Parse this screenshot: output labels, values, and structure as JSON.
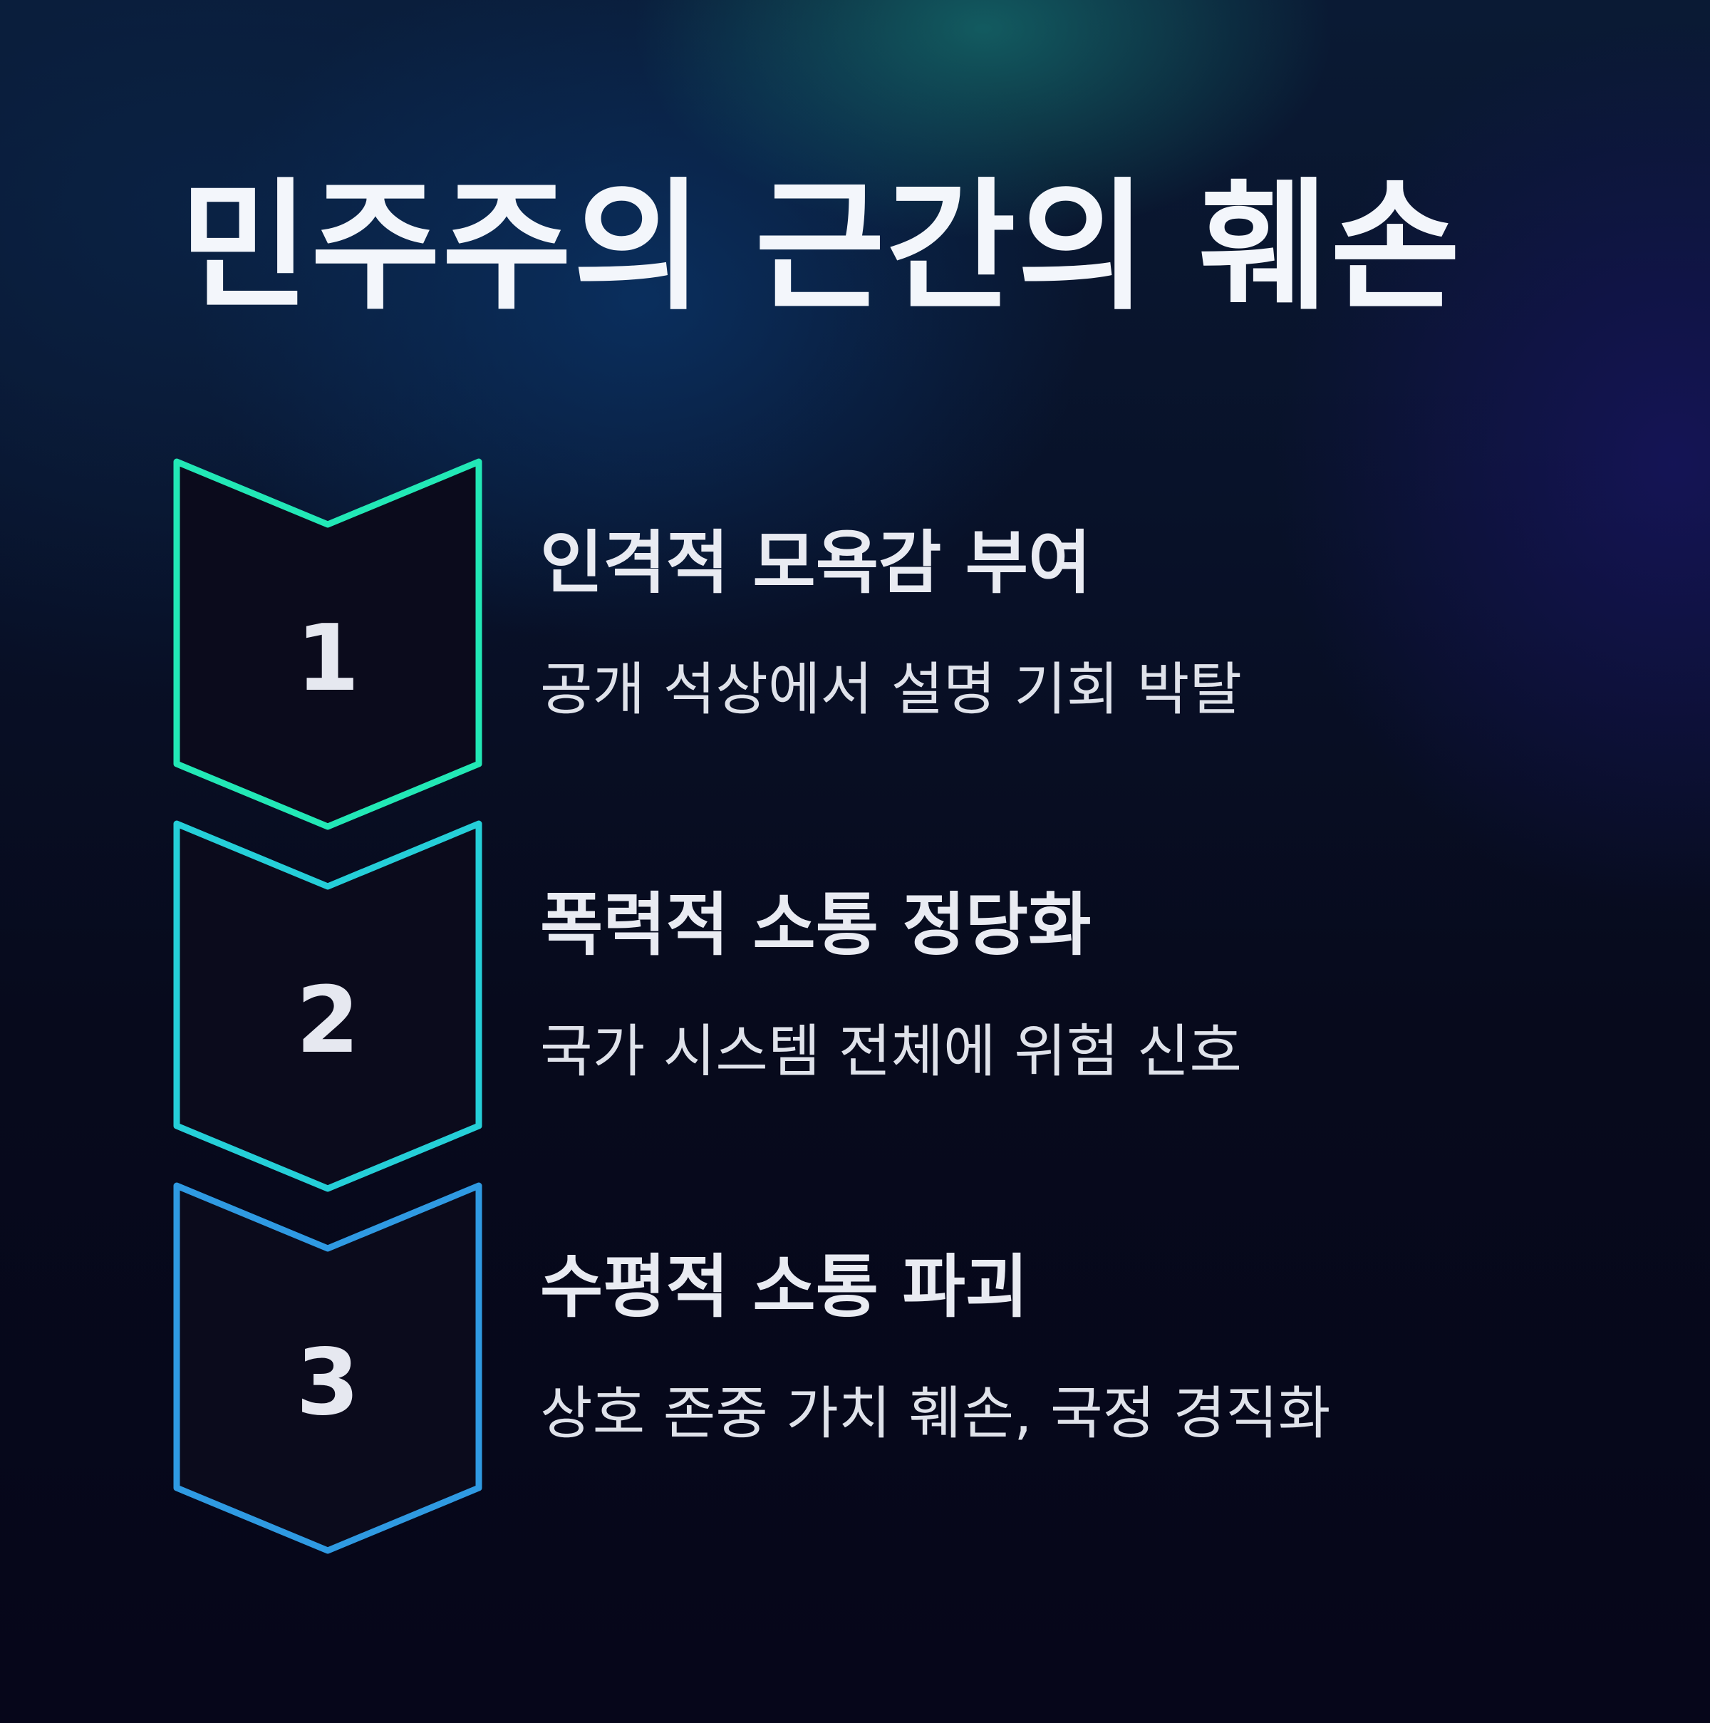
{
  "title": "민주주의 근간의 훼손",
  "colors": {
    "step1": "#22e8b6",
    "step2": "#25cfd8",
    "step3": "#2f9ae2",
    "arrow_fill": "#0b0b1c"
  },
  "steps": [
    {
      "number": "1",
      "title": "인격적 모욕감 부여",
      "description": "공개 석상에서 설명 기회 박탈"
    },
    {
      "number": "2",
      "title": "폭력적 소통 정당화",
      "description": "국가 시스템 전체에 위험 신호"
    },
    {
      "number": "3",
      "title": "수평적 소통 파괴",
      "description": "상호 존중 가치 훼손, 국정 경직화"
    }
  ]
}
